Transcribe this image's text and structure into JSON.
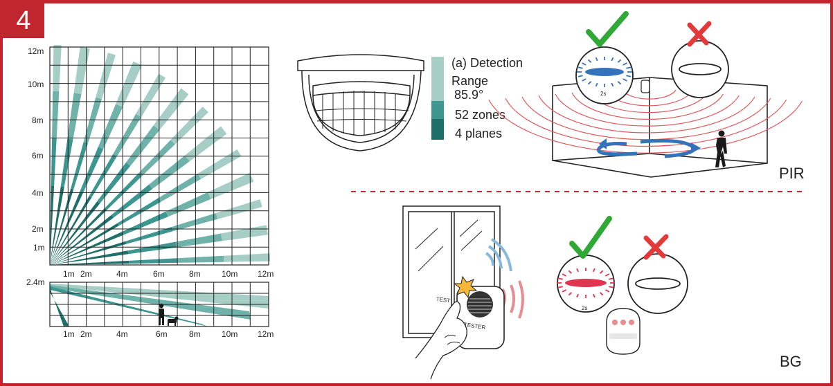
{
  "step_number": "4",
  "coverage_top": {
    "y_ticks": [
      "12m",
      "10m",
      "8m",
      "6m",
      "4m",
      "2m",
      "1m"
    ],
    "x_ticks": [
      "1m",
      "2m",
      "4m",
      "6m",
      "8m",
      "10m",
      "12m"
    ],
    "beam_count": 13,
    "plane_count": 4
  },
  "coverage_side": {
    "y_ticks": [
      "2.4m"
    ],
    "x_ticks": [
      "1m",
      "2m",
      "4m",
      "6m",
      "8m",
      "10m",
      "12m"
    ]
  },
  "legend": {
    "line1": "(a) Detection",
    "line2": "Range",
    "line3": "85.9°",
    "line4": "52 zones",
    "line5": "4 planes"
  },
  "pir": {
    "label": "PIR",
    "led_timer": "2s"
  },
  "bg": {
    "label": "BG",
    "led_timer": "2s",
    "test_label": "TEST",
    "tester_label": "TESTER"
  },
  "colors": {
    "brand_red": "#c0262d",
    "plane_dark": "#1e6e6a",
    "plane_mid": "#3d9690",
    "plane_light": "#a6cdc6",
    "check_green": "#2fa836",
    "cross_red": "#e23a3a",
    "pir_led": "#3473b9",
    "bg_led": "#e03550",
    "wave_red": "#e0585c",
    "wave_blue": "#87b9d8",
    "wave_pink": "#e88d8f"
  }
}
